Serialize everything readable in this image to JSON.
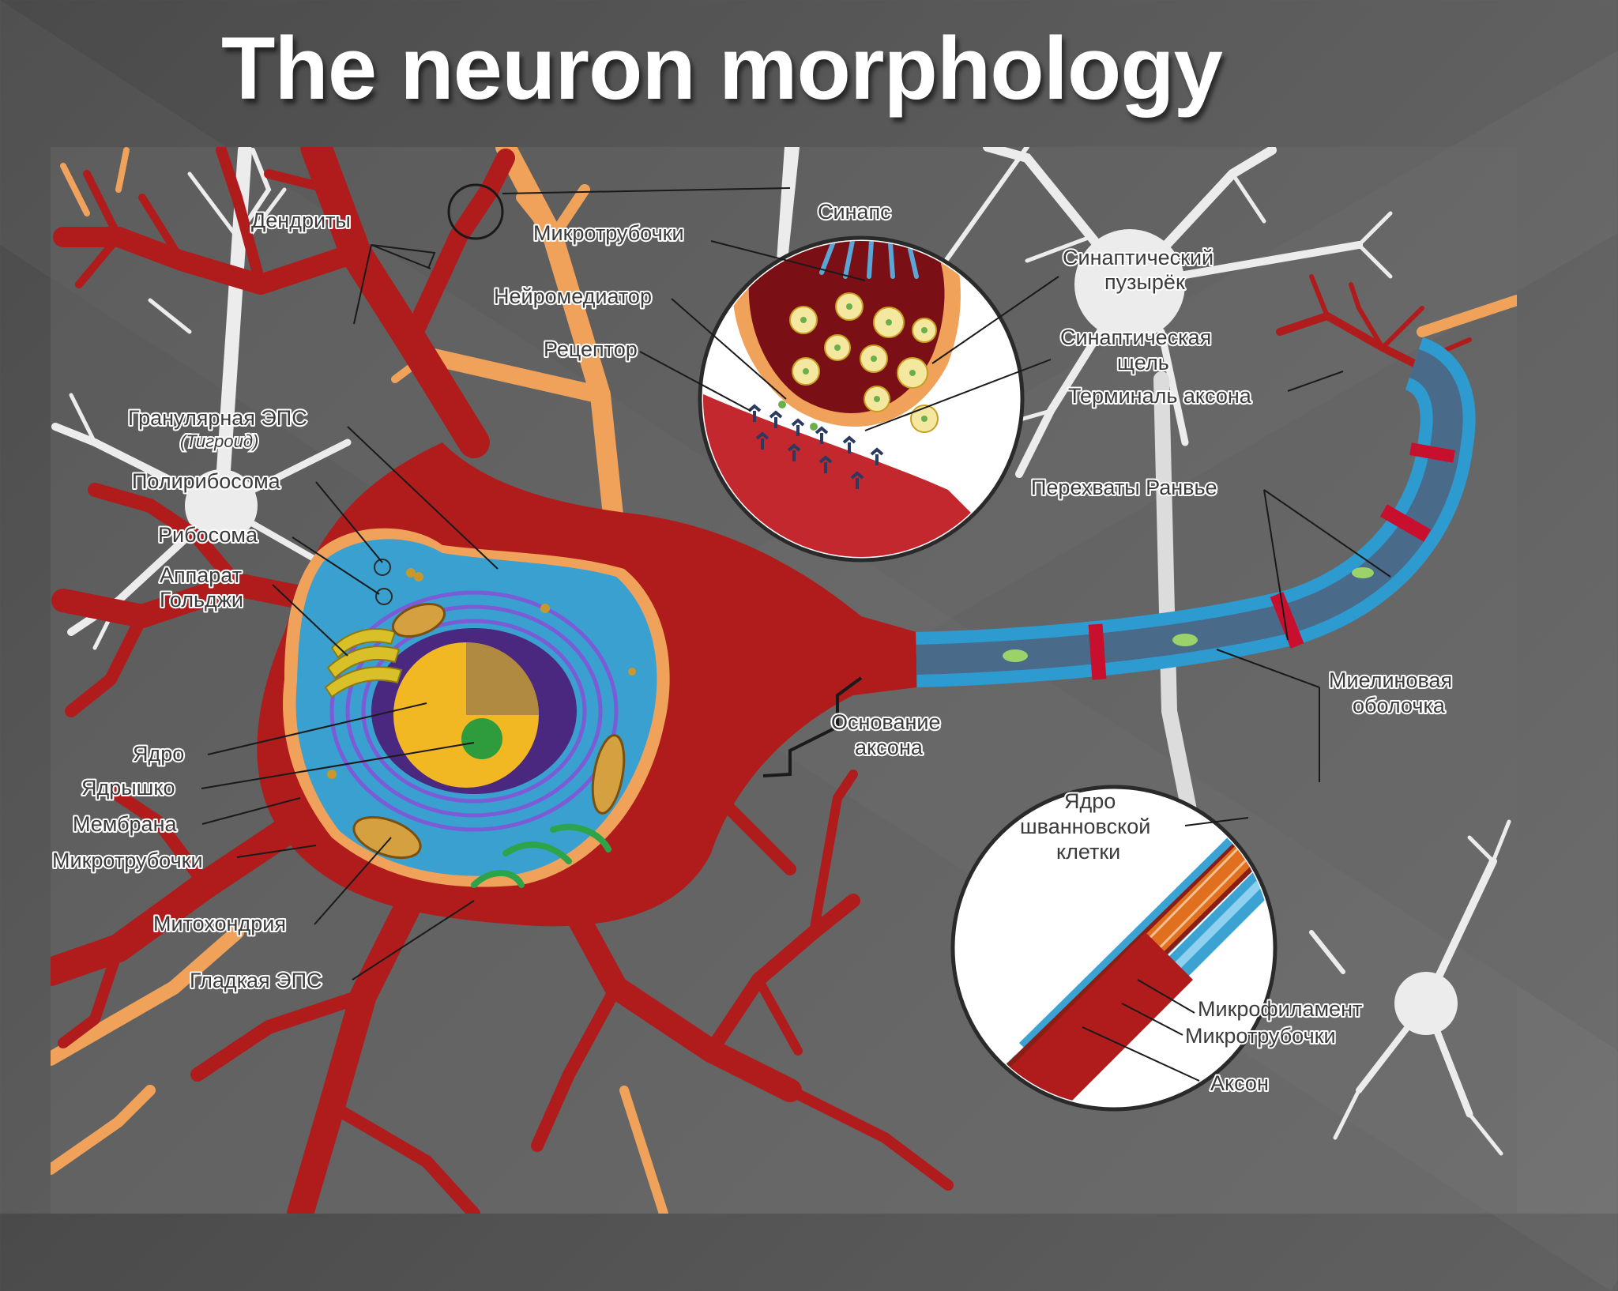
{
  "title": "The neuron morphology",
  "labels": {
    "dendrites": "Дендриты",
    "microtubules_top": "Микротрубочки",
    "synapse": "Синапс",
    "neurotransmitter": "Нейромедиатор",
    "receptor": "Рецептор",
    "synaptic_vesicle_1": "Синаптический",
    "synaptic_vesicle_2": "пузырёк",
    "synaptic_cleft_1": "Синаптическая",
    "synaptic_cleft_2": "щель",
    "axon_terminal": "Терминаль аксона",
    "rough_er": "Гранулярная ЭПС",
    "nissl": "(Тигроид)",
    "polyribosome": "Полирибосома",
    "ribosome": "Рибосома",
    "golgi_1": "Аппарат",
    "golgi_2": "Гольджи",
    "nucleus": "Ядро",
    "nucleolus": "Ядрышко",
    "membrane": "Мембрана",
    "microtubules_left": "Микротрубочки",
    "mitochondria": "Митохондрия",
    "smooth_er": "Гладкая ЭПС",
    "axon_hillock_1": "Основание",
    "axon_hillock_2": "аксона",
    "ranvier": "Перехваты Ранвье",
    "myelin_1": "Миелиновая",
    "myelin_2": "оболочка",
    "schwann_1": "Ядро",
    "schwann_2": "шванновской",
    "schwann_3": "клетки",
    "microfilament": "Микрофиламент",
    "microtubules_bottom": "Микротрубочки",
    "axon": "Аксон"
  },
  "colors": {
    "neuron": "#b01c1c",
    "nucleus": "#f2b824",
    "myelin": "#3aa3d4",
    "astro": "#e6e6e6",
    "orange": "#f0a25a"
  }
}
